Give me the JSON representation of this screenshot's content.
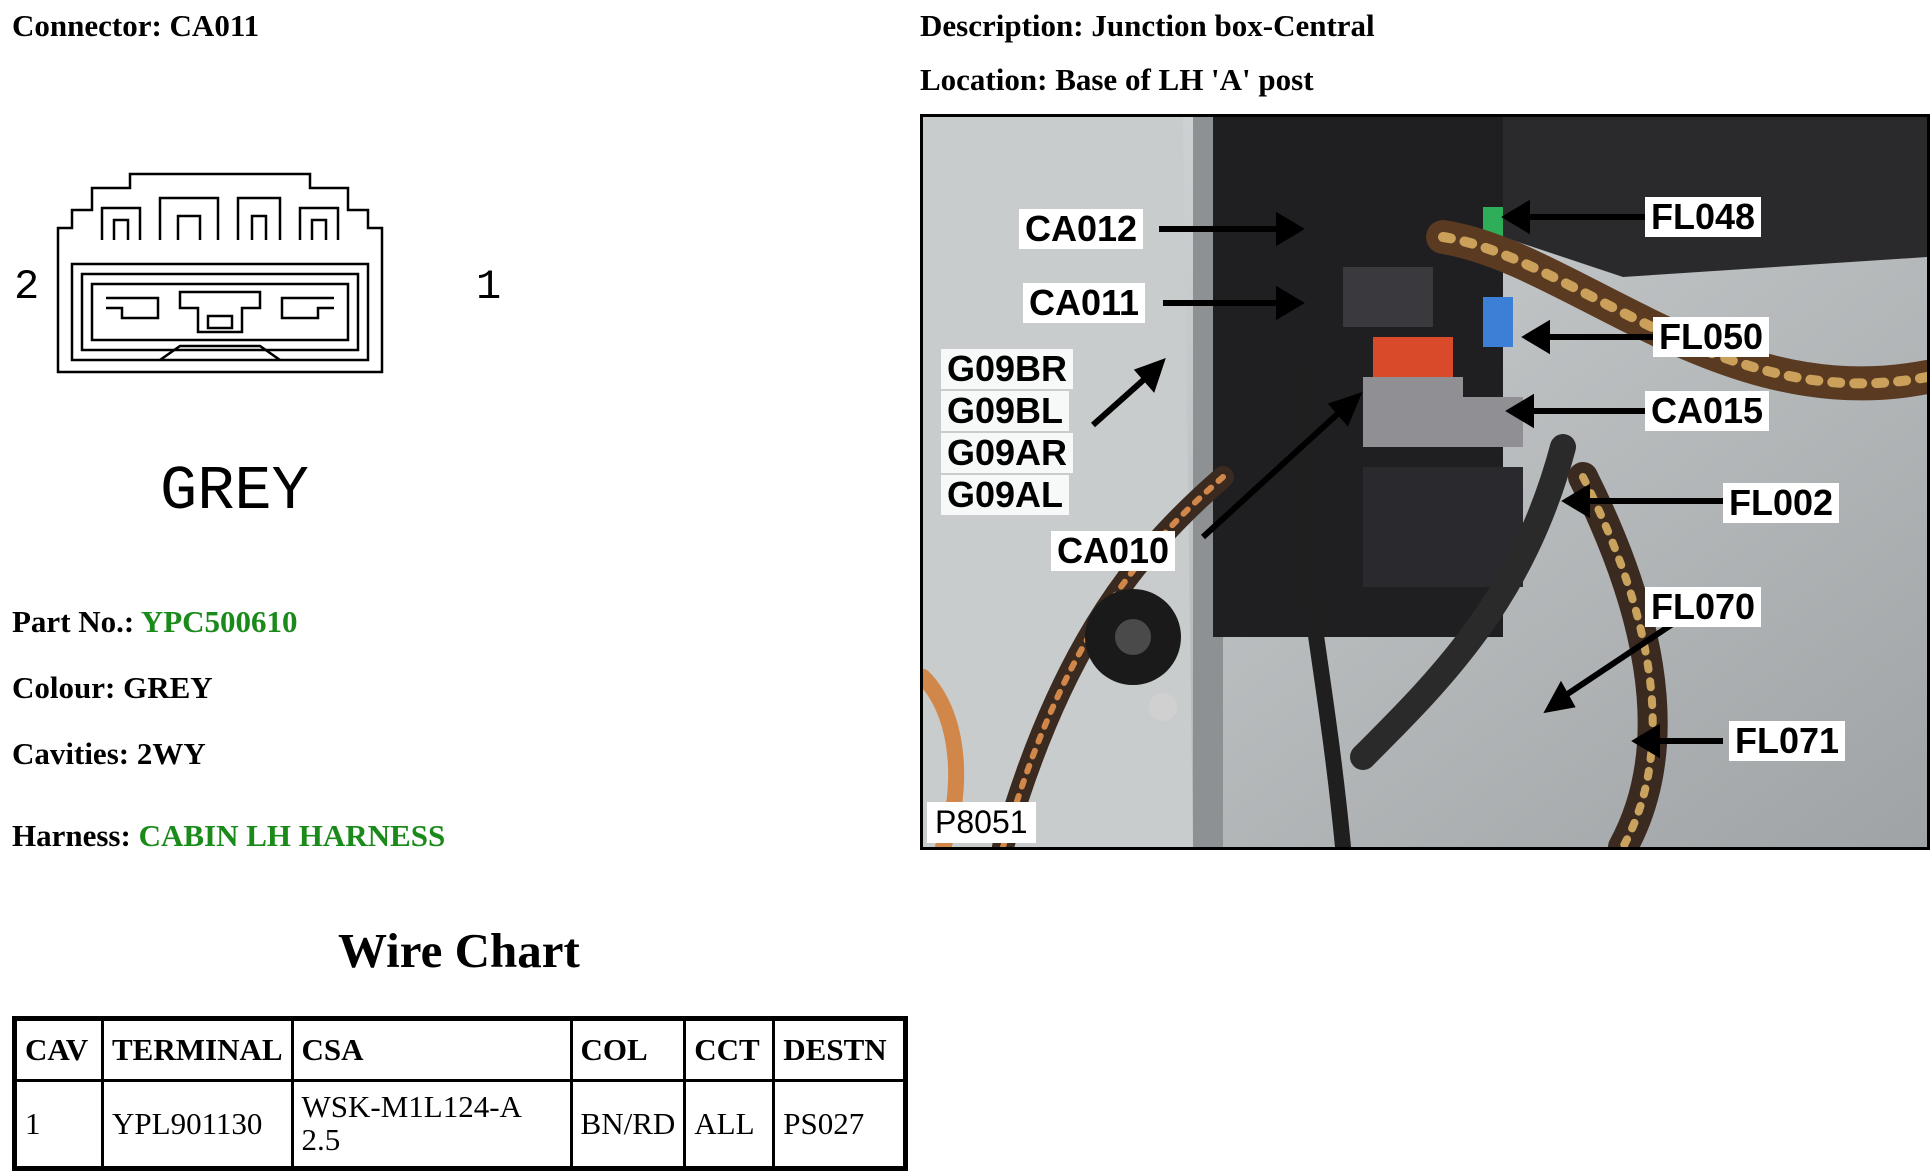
{
  "header": {
    "connector_label": "Connector:",
    "connector_value": "CA011",
    "description_label": "Description:",
    "description_value": "Junction box-Central",
    "location_label": "Location:",
    "location_value": "Base of LH 'A' post"
  },
  "diagram": {
    "pin_left": "2",
    "pin_right": "1",
    "colour_text": "GREY"
  },
  "details": {
    "part_no_label": "Part No.:",
    "part_no_value": "YPC500610",
    "colour_label": "Colour:",
    "colour_value": "GREY",
    "cavities_label": "Cavities:",
    "cavities_value": "2WY",
    "harness_label": "Harness:",
    "harness_value": "CABIN LH HARNESS",
    "link_color": "#1a8a1a"
  },
  "wire_chart": {
    "title": "Wire Chart",
    "columns": [
      "CAV",
      "TERMINAL",
      "CSA",
      "COL",
      "CCT",
      "DESTN"
    ],
    "rows": [
      {
        "cav": "1",
        "terminal": "YPL901130",
        "csa": "WSK-M1L124-A 2.5",
        "col": "BN/RD",
        "cct": "ALL",
        "destn": "PS027"
      }
    ]
  },
  "photo": {
    "id_label": "P8051",
    "callouts": {
      "ca012": "CA012",
      "ca011": "CA011",
      "g09br": "G09BR",
      "g09bl": "G09BL",
      "g09ar": "G09AR",
      "g09al": "G09AL",
      "ca010": "CA010",
      "fl048": "FL048",
      "fl050": "FL050",
      "ca015": "CA015",
      "fl002": "FL002",
      "fl070": "FL070",
      "fl071": "FL071"
    }
  }
}
